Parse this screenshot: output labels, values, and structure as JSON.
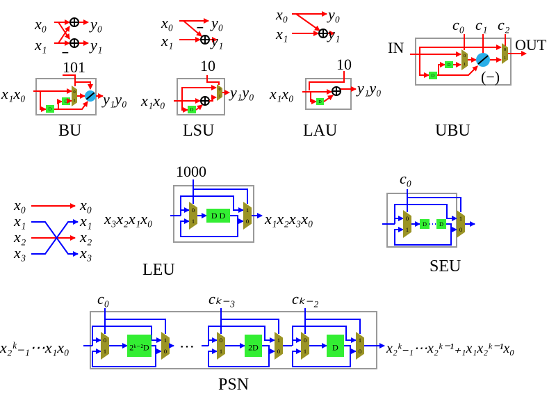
{
  "colors": {
    "red": "#ff0000",
    "blue": "#0000ff",
    "mux": "#9b9426",
    "delay": "#33ee33",
    "box": "#999999",
    "adder": "#29aee8"
  },
  "icons": {
    "xor": "circled-plus-icon",
    "adder": "add-subtract-circle-icon",
    "mux": "trapezoid-mux-icon",
    "delay": "delay-block-icon"
  },
  "mux_inputs": {
    "first": [
      "0",
      "1"
    ],
    "second": [
      "1",
      "0"
    ]
  },
  "bu": {
    "title": "BU",
    "control": "101",
    "input": "x₁x₀",
    "output": "y₁y₀",
    "x0": "x₀",
    "x1": "x₁",
    "y0": "y₀",
    "y1": "y₁",
    "minus": "−",
    "delay": "D"
  },
  "lsu": {
    "title": "LSU",
    "control": "10",
    "input": "x₁x₀",
    "output": "y₁y₀",
    "x0": "x₀",
    "x1": "x₁",
    "y0": "y₀",
    "y1": "y₁",
    "minus": "−",
    "delay": "D"
  },
  "lau": {
    "title": "LAU",
    "control": "10",
    "input": "x₁x₀",
    "output": "y₁y₀",
    "x0": "x₀",
    "x1": "x₁",
    "y0": "y₀",
    "y1": "y₁",
    "delay": "D"
  },
  "ubu": {
    "title": "UBU",
    "in": "IN",
    "out": "OUT",
    "c0": "c₀",
    "c1": "c₁",
    "c2": "c₂",
    "neg": "(−)",
    "delay": "D"
  },
  "perm": {
    "inputs": [
      "x₀",
      "x₁",
      "x₂",
      "x₃"
    ],
    "outputs": [
      "x₀",
      "x₁",
      "x₂",
      "x₃"
    ]
  },
  "leu": {
    "title": "LEU",
    "control": "1000",
    "input": "x₃x₂x₁x₀",
    "output": "x₁x₂x₃x₀",
    "delay": "D  D"
  },
  "seu": {
    "title": "SEU",
    "control": "c₀",
    "delays": [
      "D",
      "D"
    ]
  },
  "psn": {
    "title": "PSN",
    "input": "x₂ᵏ₋₁⋯x₁x₀",
    "output": "x₂ᵏ₋₁⋯x₂ᵏ⁻¹₊₁x₁x₂ᵏ⁻¹x₀",
    "dots": "⋯",
    "stages": [
      {
        "control": "c₀",
        "delay": "2ᵏ⁻²D"
      },
      {
        "control": "cₖ₋₃",
        "delay": "2D"
      },
      {
        "control": "cₖ₋₂",
        "delay": "D"
      }
    ]
  }
}
